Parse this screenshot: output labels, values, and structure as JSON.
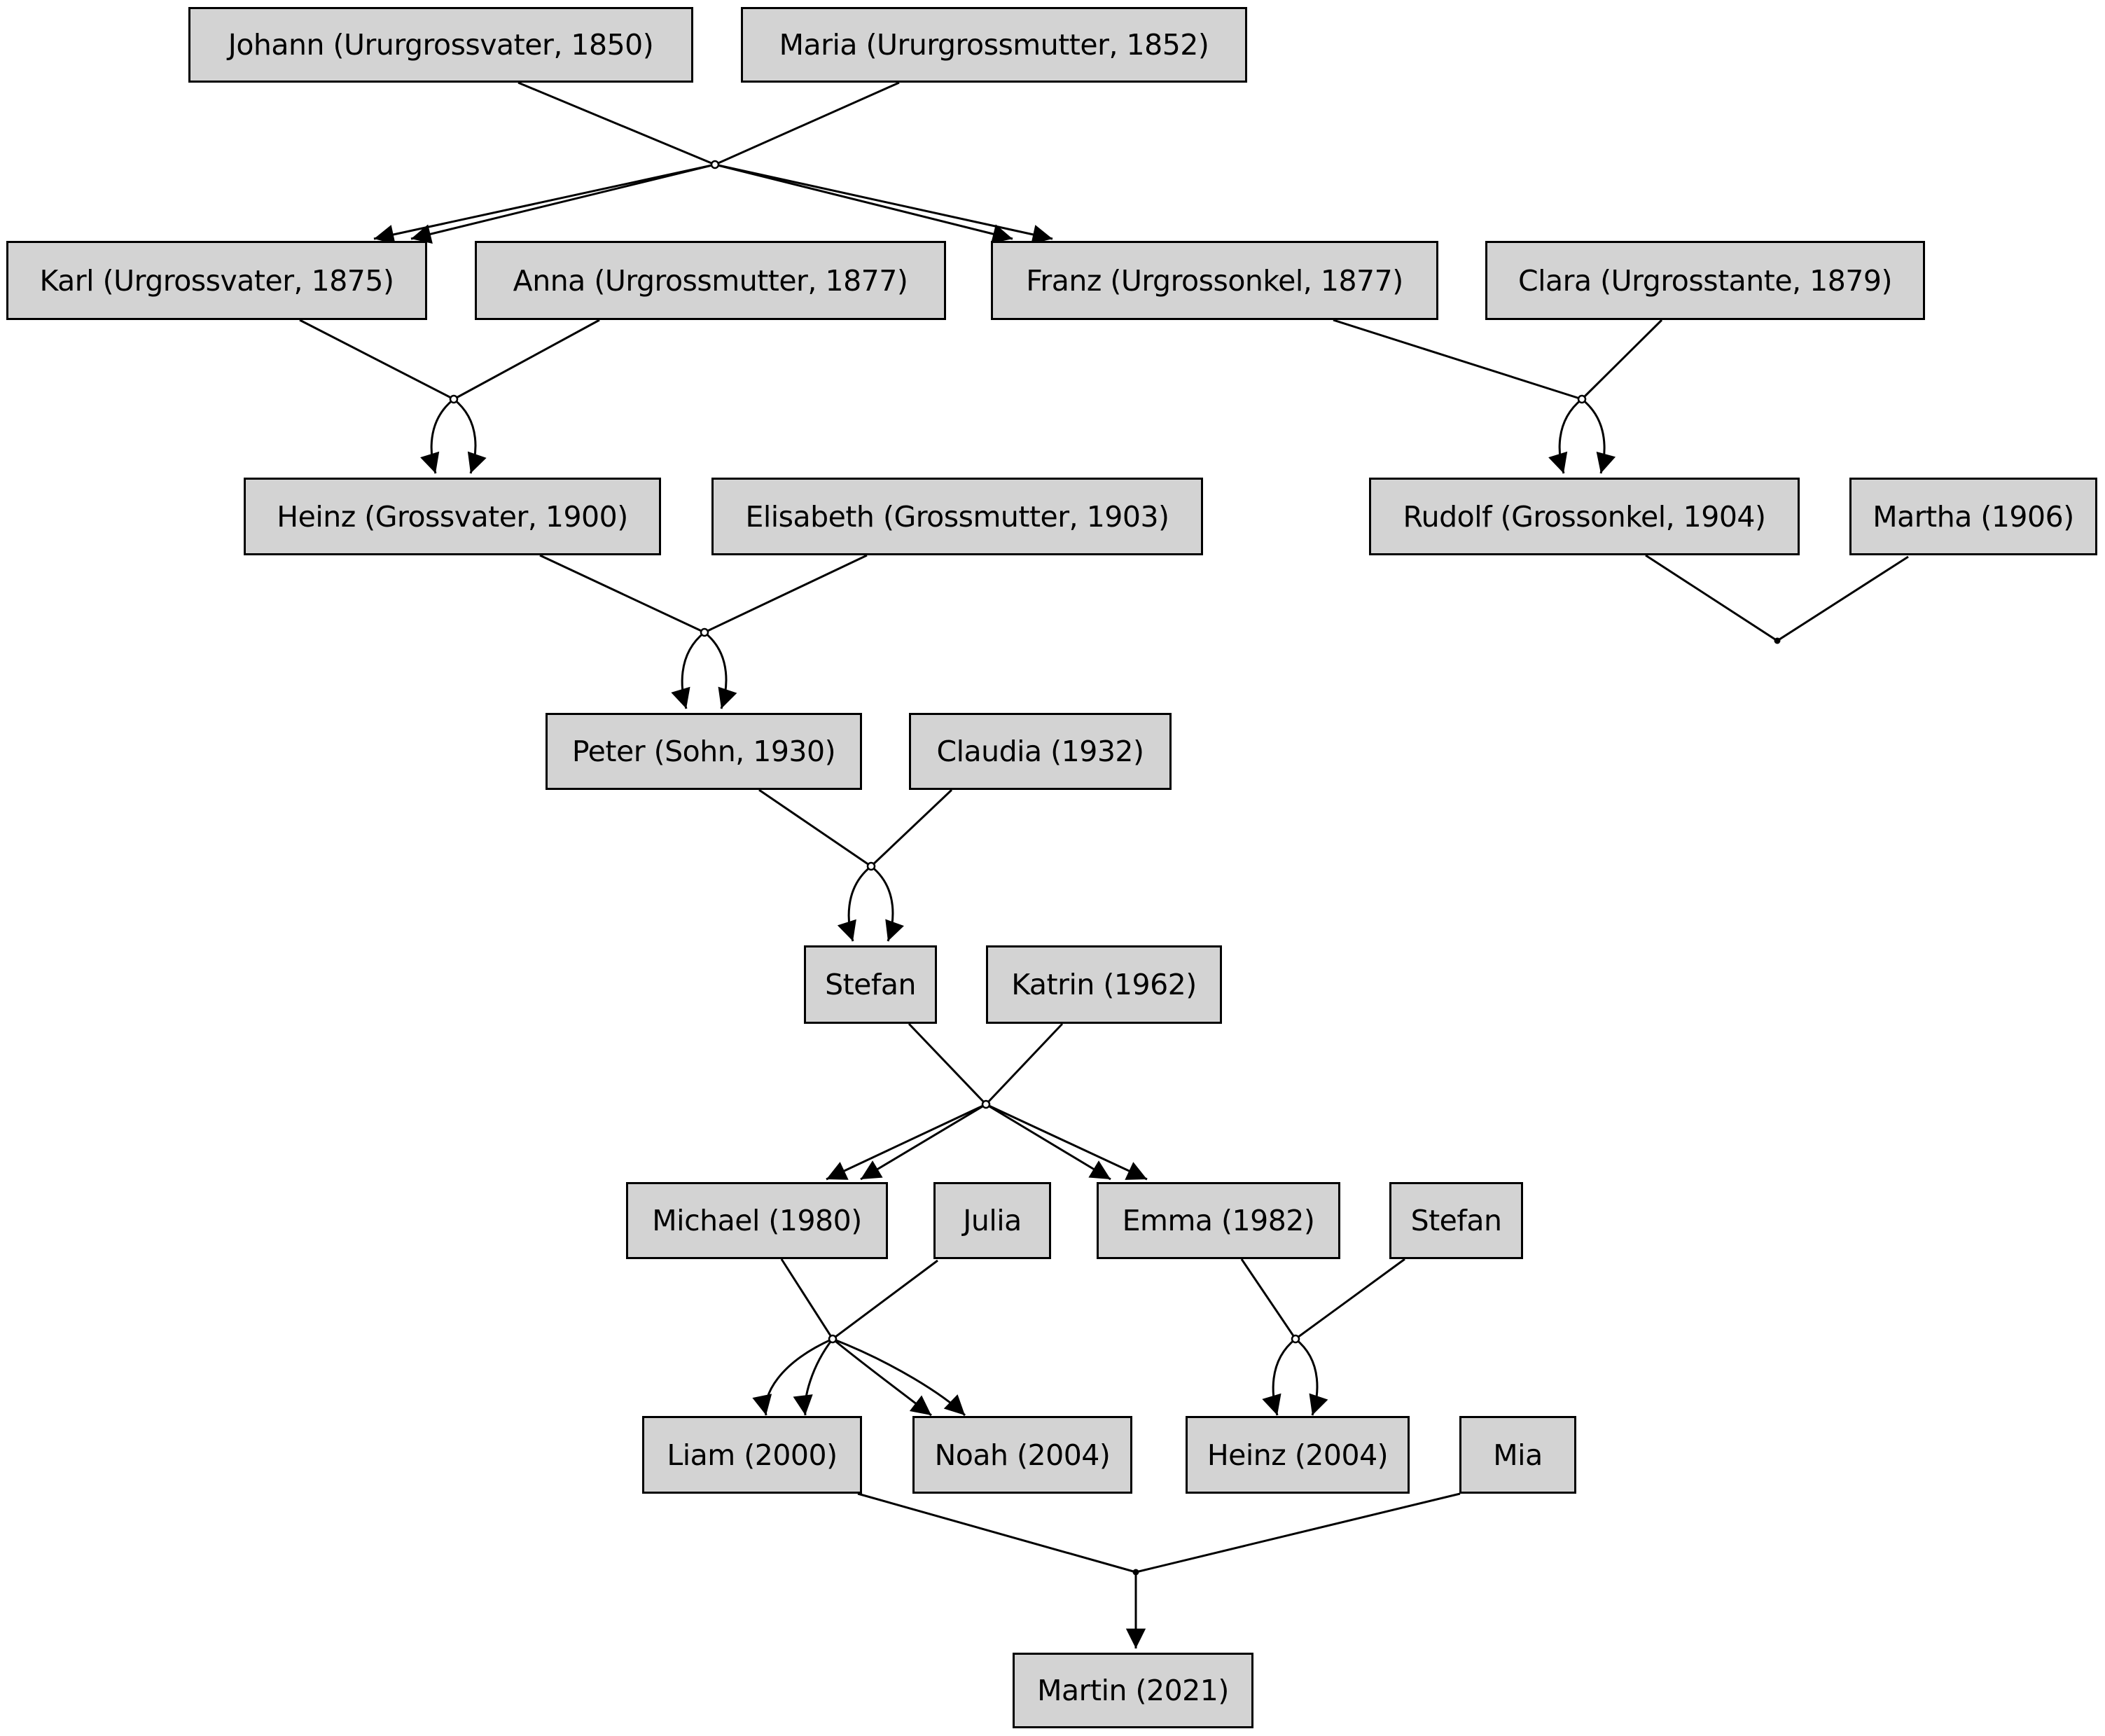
{
  "diagram": {
    "type": "family-tree",
    "background_color": "#ffffff",
    "node_fill_color": "#d3d3d3",
    "node_border_color": "#000000",
    "edge_color": "#000000",
    "text_color": "#000000"
  },
  "nodes": [
    {
      "id": "johann",
      "label": "Johann (Ururgrossvater, 1850)"
    },
    {
      "id": "maria",
      "label": "Maria (Ururgrossmutter, 1852)"
    },
    {
      "id": "karl",
      "label": "Karl (Urgrossvater, 1875)"
    },
    {
      "id": "anna",
      "label": "Anna (Urgrossmutter, 1877)"
    },
    {
      "id": "franz",
      "label": "Franz (Urgrossonkel, 1877)"
    },
    {
      "id": "clara",
      "label": "Clara (Urgrosstante, 1879)"
    },
    {
      "id": "heinz",
      "label": "Heinz (Grossvater, 1900)"
    },
    {
      "id": "elisabeth",
      "label": "Elisabeth (Grossmutter, 1903)"
    },
    {
      "id": "rudolf",
      "label": "Rudolf (Grossonkel, 1904)"
    },
    {
      "id": "martha",
      "label": "Martha (1906)"
    },
    {
      "id": "peter",
      "label": "Peter (Sohn, 1930)"
    },
    {
      "id": "claudia",
      "label": "Claudia (1932)"
    },
    {
      "id": "stefan1",
      "label": "Stefan"
    },
    {
      "id": "katrin",
      "label": "Katrin (1962)"
    },
    {
      "id": "michael",
      "label": "Michael (1980)"
    },
    {
      "id": "julia",
      "label": "Julia"
    },
    {
      "id": "emma",
      "label": "Emma (1982)"
    },
    {
      "id": "stefan2",
      "label": "Stefan"
    },
    {
      "id": "liam",
      "label": "Liam (2000)"
    },
    {
      "id": "noah",
      "label": "Noah (2004)"
    },
    {
      "id": "heinz2004",
      "label": "Heinz (2004)"
    },
    {
      "id": "mia",
      "label": "Mia"
    },
    {
      "id": "martin",
      "label": "Martin (2021)"
    }
  ],
  "couples": [
    {
      "parents": [
        "Johann (Ururgrossvater, 1850)",
        "Maria (Ururgrossmutter, 1852)"
      ],
      "children": [
        "Karl (Urgrossvater, 1875)",
        "Franz (Urgrossonkel, 1877)"
      ]
    },
    {
      "parents": [
        "Karl (Urgrossvater, 1875)",
        "Anna (Urgrossmutter, 1877)"
      ],
      "children": [
        "Heinz (Grossvater, 1900)"
      ]
    },
    {
      "parents": [
        "Franz (Urgrossonkel, 1877)",
        "Clara (Urgrosstante, 1879)"
      ],
      "children": [
        "Rudolf (Grossonkel, 1904)"
      ]
    },
    {
      "parents": [
        "Heinz (Grossvater, 1900)",
        "Elisabeth (Grossmutter, 1903)"
      ],
      "children": [
        "Peter (Sohn, 1930)"
      ]
    },
    {
      "parents": [
        "Rudolf (Grossonkel, 1904)",
        "Martha (1906)"
      ],
      "children": []
    },
    {
      "parents": [
        "Peter (Sohn, 1930)",
        "Claudia (1932)"
      ],
      "children": [
        "Stefan"
      ]
    },
    {
      "parents": [
        "Stefan",
        "Katrin (1962)"
      ],
      "children": [
        "Michael (1980)",
        "Emma (1982)"
      ]
    },
    {
      "parents": [
        "Michael (1980)",
        "Julia"
      ],
      "children": [
        "Liam (2000)",
        "Noah (2004)"
      ]
    },
    {
      "parents": [
        "Emma (1982)",
        "Stefan"
      ],
      "children": [
        "Heinz (2004)"
      ]
    },
    {
      "parents": [
        "Liam (2000)",
        "Mia"
      ],
      "children": [
        "Martin (2021)"
      ]
    }
  ]
}
